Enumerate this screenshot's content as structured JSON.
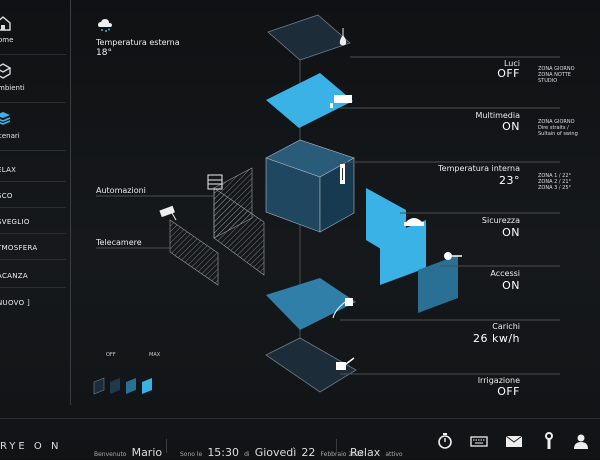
{
  "sidebar": {
    "nav": [
      {
        "label": "ome",
        "icon": "home-icon"
      },
      {
        "label": "mbienti",
        "icon": "rooms-icon"
      },
      {
        "label": "cenari",
        "icon": "scenes-icon"
      }
    ],
    "scenarios": [
      "ELAX",
      "SCO",
      "SVEGLIO",
      "TMOSFERA",
      "ACANZA",
      "NUOVO ]"
    ]
  },
  "weather": {
    "label": "Temperatura esterna",
    "value": "18°",
    "icon": "weather-icon"
  },
  "systems": {
    "luci": {
      "label": "Luci",
      "value": "OFF",
      "zones": [
        "ZONA GIORNO",
        "ZONA NOTTE",
        "STUDIO"
      ]
    },
    "multimedia": {
      "label": "Multimedia",
      "value": "ON",
      "zones": [
        "ZONA GIORNO",
        "Dire straits /",
        "Sultain of swing"
      ]
    },
    "temperatura": {
      "label": "Temperatura interna",
      "value": "23°",
      "zones": [
        "ZONA 1  /  22°",
        "ZONA 2  /  21°",
        "ZONA 3  /  25°"
      ]
    },
    "sicurezza": {
      "label": "Sicurezza",
      "value": "ON"
    },
    "accessi": {
      "label": "Accessi",
      "value": "ON"
    },
    "carichi": {
      "label": "Carichi",
      "value": "26 kw/h"
    },
    "irrigazione": {
      "label": "Irrigazione",
      "value": "OFF"
    },
    "automazioni": {
      "label": "Automazioni"
    },
    "telecamere": {
      "label": "Telecamere"
    }
  },
  "legend": {
    "off": "OFF",
    "max": "MAX"
  },
  "footer": {
    "logo": "RYE O N",
    "welcome": "Benvenuto",
    "user": "Mario",
    "prefix": "Sono le",
    "time": "15:30",
    "day_prefix": "di",
    "day": "Giovedì",
    "daynum": "22",
    "month_year": "Febbraio 2018",
    "mode": "Relax",
    "mode_status": "attivo"
  },
  "colors": {
    "accent": "#3bb2e6",
    "dark_tile": "#1f3a4c",
    "mid_tile": "#2a6f94"
  }
}
